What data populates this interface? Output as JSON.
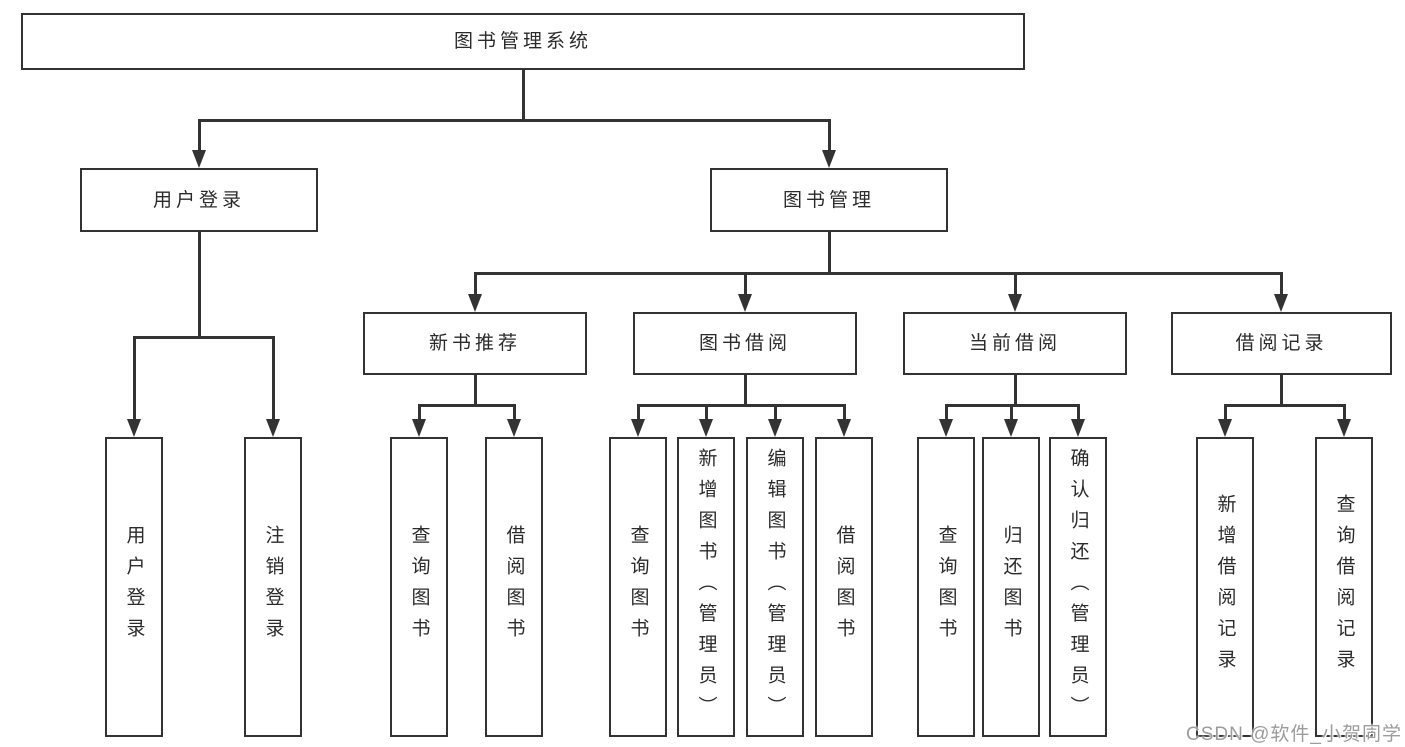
{
  "diagram": {
    "title_node": {
      "label": "图书管理系统"
    },
    "level2": [
      {
        "label": "用户登录"
      },
      {
        "label": "图书管理"
      }
    ],
    "level3": [
      {
        "label": "新书推荐",
        "parent": "图书管理"
      },
      {
        "label": "图书借阅",
        "parent": "图书管理"
      },
      {
        "label": "当前借阅",
        "parent": "图书管理"
      },
      {
        "label": "借阅记录",
        "parent": "图书管理"
      }
    ],
    "leaves": [
      {
        "label": "用户登录",
        "parent": "用户登录"
      },
      {
        "label": "注销登录",
        "parent": "用户登录"
      },
      {
        "label": "查询图书",
        "parent": "新书推荐"
      },
      {
        "label": "借阅图书",
        "parent": "新书推荐"
      },
      {
        "label": "查询图书",
        "parent": "图书借阅"
      },
      {
        "label": "新增图书（管理员）",
        "parent": "图书借阅"
      },
      {
        "label": "编辑图书（管理员）",
        "parent": "图书借阅"
      },
      {
        "label": "借阅图书",
        "parent": "图书借阅"
      },
      {
        "label": "查询图书",
        "parent": "当前借阅"
      },
      {
        "label": "归还图书",
        "parent": "当前借阅"
      },
      {
        "label": "确认归还（管理员）",
        "parent": "当前借阅"
      },
      {
        "label": "新增借阅记录",
        "parent": "借阅记录"
      },
      {
        "label": "查询借阅记录",
        "parent": "借阅记录"
      }
    ]
  },
  "watermark": {
    "text": "CSDN @软件_小贺同学"
  },
  "colors": {
    "line": "#333333",
    "text": "#2b2b2b",
    "watermark": "#9c9c9c",
    "background": "#ffffff"
  }
}
